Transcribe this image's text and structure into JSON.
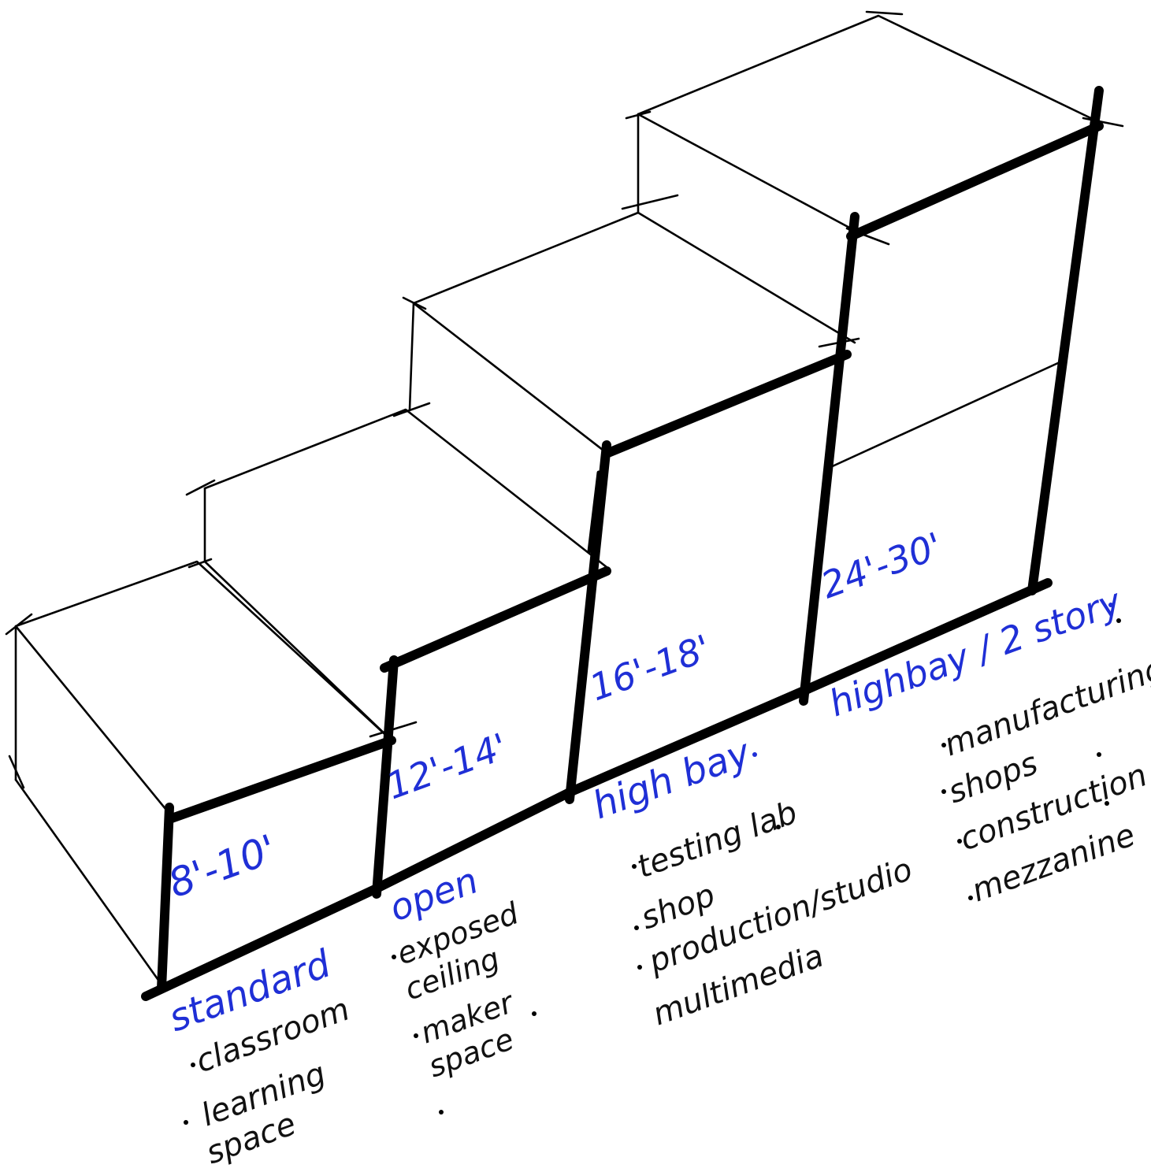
{
  "colors": {
    "ink": "#000000",
    "annotation": "#1f2fd6",
    "background": "#ffffff"
  },
  "blocks": [
    {
      "name": "standard",
      "height": "8'-10'",
      "uses": [
        "classroom",
        "learning",
        "space"
      ]
    },
    {
      "name": "open",
      "height": "12'-14'",
      "uses": [
        "exposed",
        "ceiling",
        "maker",
        "space"
      ]
    },
    {
      "name": "high bay",
      "height": "16'-18'",
      "uses": [
        "testing lab",
        "shop",
        "production/studio",
        "multimedia"
      ]
    },
    {
      "name": "highbay / 2 story",
      "height": "24'-30'",
      "uses": [
        "manufacturing",
        "shops",
        "construction",
        "mezzanine"
      ]
    }
  ]
}
